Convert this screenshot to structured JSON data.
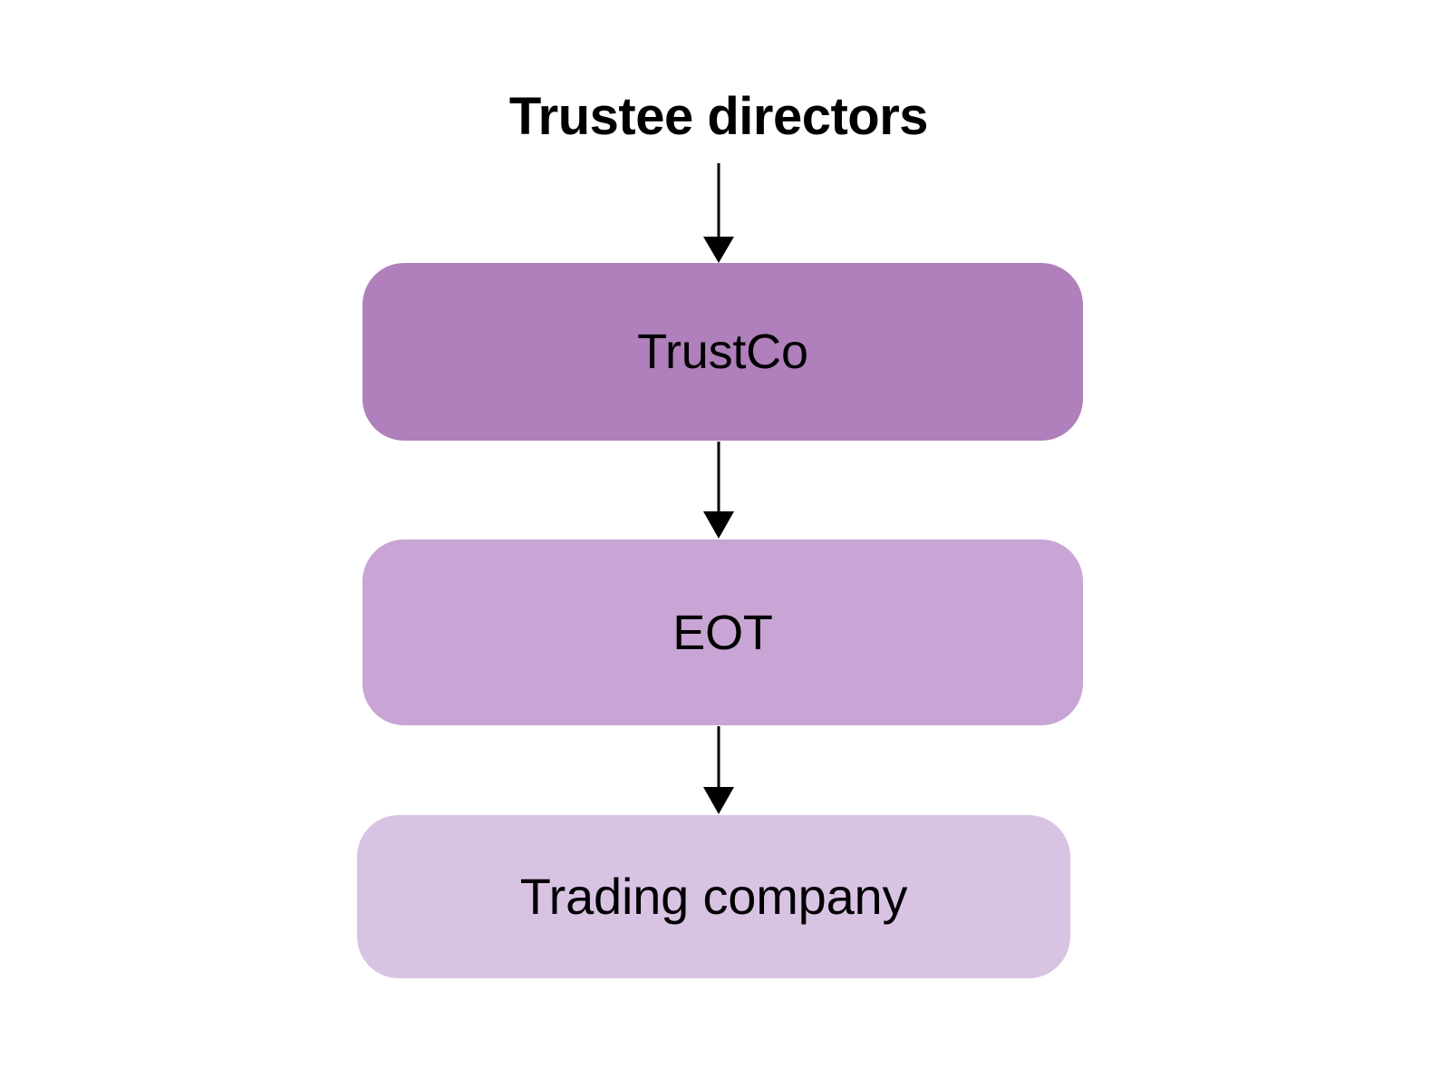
{
  "diagram": {
    "type": "flowchart",
    "orientation": "vertical-top-down",
    "background_color": "#ffffff",
    "title": "Trustee directors",
    "nodes": [
      {
        "id": "trustee-directors",
        "label": "Trustee directors",
        "shape": "plain-text",
        "text_color": "#000000",
        "font_weight": "bold"
      },
      {
        "id": "trustco",
        "label": "TrustCo",
        "shape": "rounded-rectangle",
        "fill_color": "#af80bb",
        "text_color": "#000000",
        "font_weight": "regular"
      },
      {
        "id": "eot",
        "label": "EOT",
        "shape": "rounded-rectangle",
        "fill_color": "#c8a5d5",
        "text_color": "#000000",
        "font_weight": "regular"
      },
      {
        "id": "trading-company",
        "label": "Trading company",
        "shape": "rounded-rectangle",
        "fill_color": "#d9c3e3",
        "text_color": "#000000",
        "font_weight": "regular"
      }
    ],
    "edges": [
      {
        "id": "edge-1",
        "from": "trustee-directors",
        "to": "trustco",
        "style": "solid",
        "arrowhead": "filled-triangle",
        "color": "#000000"
      },
      {
        "id": "edge-2",
        "from": "trustco",
        "to": "eot",
        "style": "solid",
        "arrowhead": "filled-triangle",
        "color": "#000000"
      },
      {
        "id": "edge-3",
        "from": "eot",
        "to": "trading-company",
        "style": "solid",
        "arrowhead": "filled-triangle",
        "color": "#000000"
      }
    ]
  }
}
